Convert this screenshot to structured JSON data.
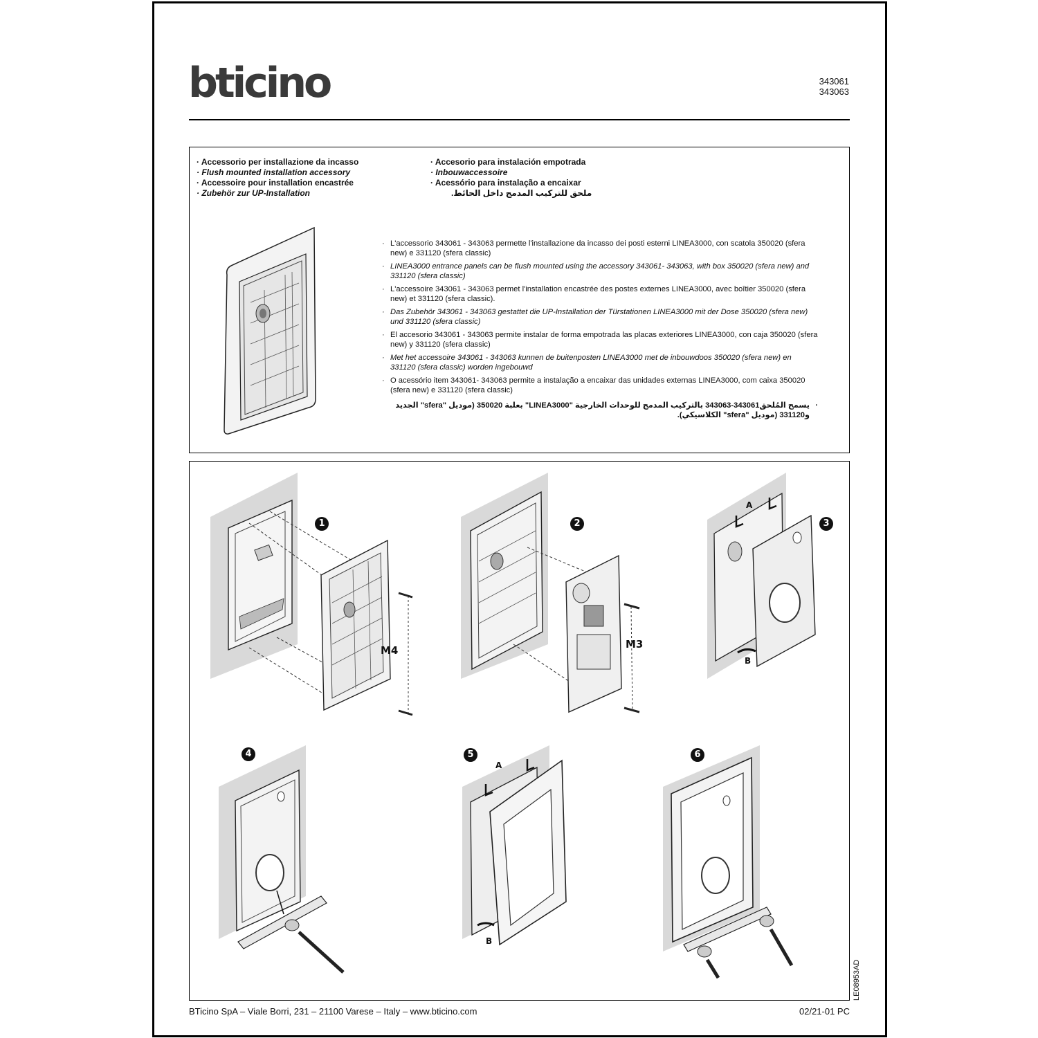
{
  "header": {
    "brand": "bticino",
    "codes": [
      "343061",
      "343063"
    ]
  },
  "titles": {
    "left": [
      "Accessorio per installazione da incasso",
      "Flush mounted installation accessory",
      "Accessoire pour installation encastrée",
      "Zubehör zur UP-Installation"
    ],
    "right": [
      "Accesorio para instalación empotrada",
      "Inbouwaccessoire",
      "Acessório para instalação a encaixar",
      "ملحق للتركيب المدمج داخل الحائط."
    ]
  },
  "descriptions": [
    "L'accessorio 343061 - 343063 permette l'installazione da incasso dei posti esterni LINEA3000, con scatola 350020 (sfera new) e 331120 (sfera classic)",
    "LINEA3000 entrance panels can be flush mounted using the accessory 343061- 343063, with box 350020 (sfera new) and 331120 (sfera classic)",
    "L'accessoire 343061 - 343063 permet l'installation encastrée des postes externes LINEA3000, avec boîtier 350020 (sfera new) et 331120 (sfera classic).",
    "Das Zubehör  343061 - 343063 gestattet die UP-Installation der Türstationen LINEA3000 mit der Dose 350020 (sfera new) und 331120 (sfera classic)",
    "El accesorio 343061 - 343063 permite instalar de forma empotrada las placas exteriores LINEA3000, con caja 350020 (sfera new) y 331120 (sfera classic)",
    "Met het accessoire  343061 - 343063 kunnen de buitenposten LINEA3000 met de inbouwdoos 350020 (sfera new) en 331120 (sfera classic) worden ingebouwd",
    "O acessório item 343061- 343063 permite a instalação a encaixar das unidades externas LINEA3000, com caixa 350020 (sfera new) e 331120 (sfera classic)",
    "يسمح المُلحق343061-343063 بالتركيب المدمج للوحدات الخارجية \"LINEA3000\" بعلبة 350020 (موديل \"sfera\" الجديد و331120 (موديل \"sfera\" الكلاسيكي)."
  ],
  "steps": {
    "numbers": [
      "1",
      "2",
      "3",
      "4",
      "5",
      "6"
    ],
    "screw_m4": "M4",
    "screw_m3": "M3",
    "label_a": "A",
    "label_b": "B"
  },
  "doc_code": "LE08953AD",
  "footer": {
    "address": "BTicino SpA – Viale Borri, 231 – 21100 Varese – Italy – www.bticino.com",
    "date": "02/21-01 PC"
  }
}
